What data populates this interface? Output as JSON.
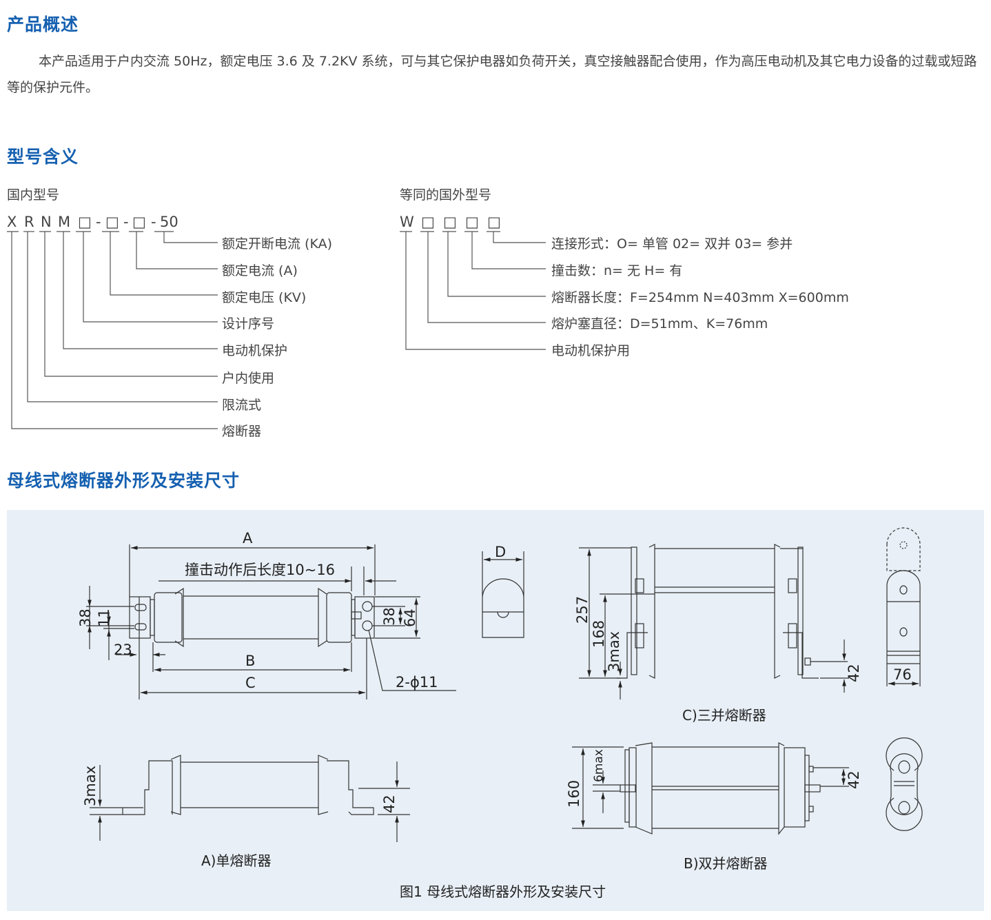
{
  "overview": {
    "title": "产品概述",
    "text": "本产品适用于户内交流 50Hz，额定电压 3.6 及 7.2KV 系统，可与其它保护电器如负荷开关，真空接触器配合使用，作为高压电动机及其它电力设备的过载或短路等的保护元件。"
  },
  "model": {
    "title": "型号含义",
    "domestic": {
      "heading": "国内型号",
      "code": [
        "X",
        "R",
        "N",
        "M",
        "□",
        "-",
        "□",
        "-",
        "□",
        "-",
        "50"
      ],
      "meanings": [
        "额定开断电流 (KA)",
        "额定电流 (A)",
        "额定电压 (KV)",
        "设计序号",
        "电动机保护",
        "户内使用",
        "限流式",
        "熔断器"
      ]
    },
    "foreign": {
      "heading": "等同的国外型号",
      "code": [
        "W",
        "□",
        "□",
        "□",
        "□"
      ],
      "meanings": [
        "连接形式：O= 单管 02= 双并 03= 参并",
        "撞击数：n= 无 H= 有",
        "熔断器长度：F=254mm N=403mm X=600mm",
        "熔炉塞直径：D=51mm、K=76mm",
        "电动机保护用"
      ]
    }
  },
  "figure": {
    "title": "母线式熔断器外形及安装尺寸",
    "dims_main": {
      "A": "A",
      "B": "B",
      "C": "C",
      "striker": "撞击动作后长度10~16",
      "d38": "38",
      "d11": "11",
      "d23": "23",
      "r38": "38",
      "r64": "64",
      "holes": "2-ϕ11"
    },
    "dims_d": "D",
    "dims_c": {
      "d257": "257",
      "d168": "168",
      "d3max": "3max",
      "d42": "42",
      "d76": "76"
    },
    "dims_a": {
      "d3max": "3max",
      "d42": "42"
    },
    "dims_b": {
      "d160": "160",
      "d6max": "6max",
      "d42": "42"
    },
    "caption_a": "A)单熔断器",
    "caption_b": "B)双并熔断器",
    "caption_c": "C)三并熔断器",
    "caption": "图1 母线式熔断器外形及安装尺寸"
  }
}
